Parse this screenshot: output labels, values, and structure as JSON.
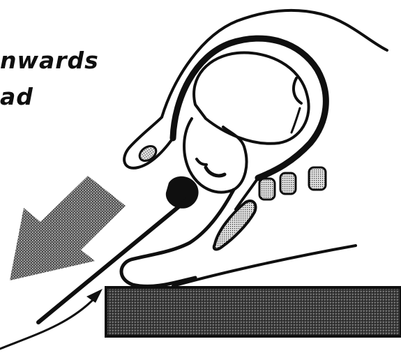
{
  "caption": {
    "line1": "nwards",
    "line2": "ad"
  },
  "colors": {
    "ink": "#0f0f0f",
    "paper": "#ffffff",
    "stipple": "#5a5a5a"
  },
  "icons": {
    "direction_arrow": "large-stippled-arrow-pointing-down-left",
    "entry_arrow": "thin-curved-arrow-pointing-up-right"
  }
}
